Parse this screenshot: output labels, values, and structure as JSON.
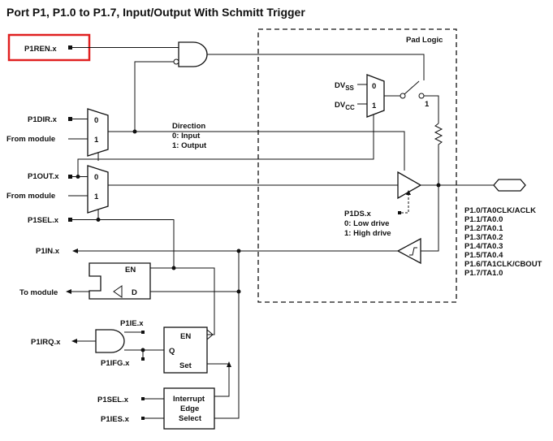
{
  "title": "Port P1, P1.0 to P1.7, Input/Output With Schmitt Trigger",
  "pad_logic_label": "Pad Logic",
  "signals": {
    "p1ren": "P1REN.x",
    "p1dir": "P1DIR.x",
    "from_module_1": "From module",
    "p1out": "P1OUT.x",
    "from_module_2": "From module",
    "p1sel": "P1SEL.x",
    "p1in": "P1IN.x",
    "to_module": "To module",
    "p1ie": "P1IE.x",
    "p1irq": "P1IRQ.x",
    "p1ifg": "P1IFG.x",
    "p1sel2": "P1SEL.x",
    "p1ies": "P1IES.x",
    "p1ds": "P1DS.x"
  },
  "direction": {
    "title": "Direction",
    "line0": "0: Input",
    "line1": "1: Output"
  },
  "drive": {
    "line0": "0: Low drive",
    "line1": "1: High drive"
  },
  "mux": {
    "zero": "0",
    "one": "1"
  },
  "switch_one": "1",
  "dvss": {
    "base": "DV",
    "sub": "SS"
  },
  "dvcc": {
    "base": "DV",
    "sub": "CC"
  },
  "latch": {
    "en": "EN",
    "d": "D"
  },
  "ff": {
    "en": "EN",
    "q": "Q",
    "set": "Set"
  },
  "edge_select": {
    "line1": "Interrupt",
    "line2": "Edge",
    "line3": "Select"
  },
  "pins": [
    "P1.0/TA0CLK/ACLK",
    "P1.1/TA0.0",
    "P1.2/TA0.1",
    "P1.3/TA0.2",
    "P1.4/TA0.3",
    "P1.5/TA0.4",
    "P1.6/TA1CLK/CBOUT",
    "P1.7/TA1.0"
  ],
  "highlight_color": "#e02020"
}
